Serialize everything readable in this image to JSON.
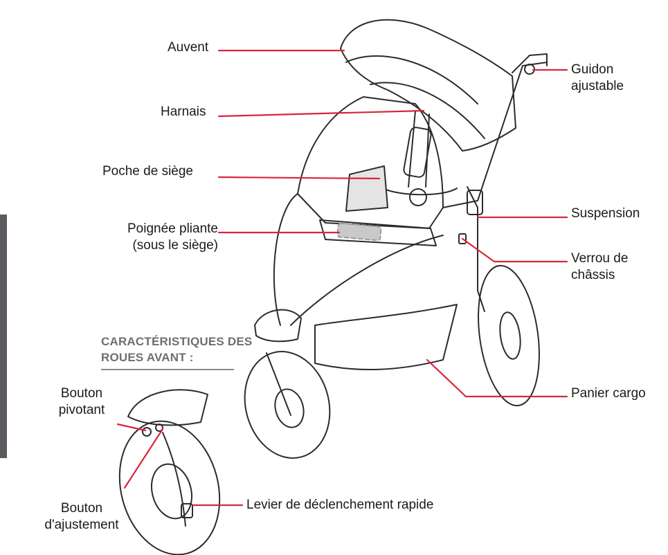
{
  "labels": {
    "auvent": "Auvent",
    "harnais": "Harnais",
    "poche_siege": "Poche de siège",
    "poignee_l1": "Poignée pliante",
    "poignee_l2": "(sous le siège)",
    "guidon_l1": "Guidon",
    "guidon_l2": "ajustable",
    "suspension": "Suspension",
    "verrou_l1": "Verrou de",
    "verrou_l2": "châssis",
    "panier": "Panier cargo",
    "bouton_pivotant_l1": "Bouton",
    "bouton_pivotant_l2": "pivotant",
    "bouton_ajust_l1": "Bouton",
    "bouton_ajust_l2": "d'ajustement",
    "levier": "Levier de déclenchement rapide"
  },
  "section": {
    "title_l1": "CARACTÉRISTIQUES DES",
    "title_l2": "ROUES AVANT :"
  },
  "colors": {
    "leader": "#d9253a",
    "outline": "#2b2b2b",
    "tab": "#5b5b5f",
    "section_title": "#6e6e72"
  }
}
